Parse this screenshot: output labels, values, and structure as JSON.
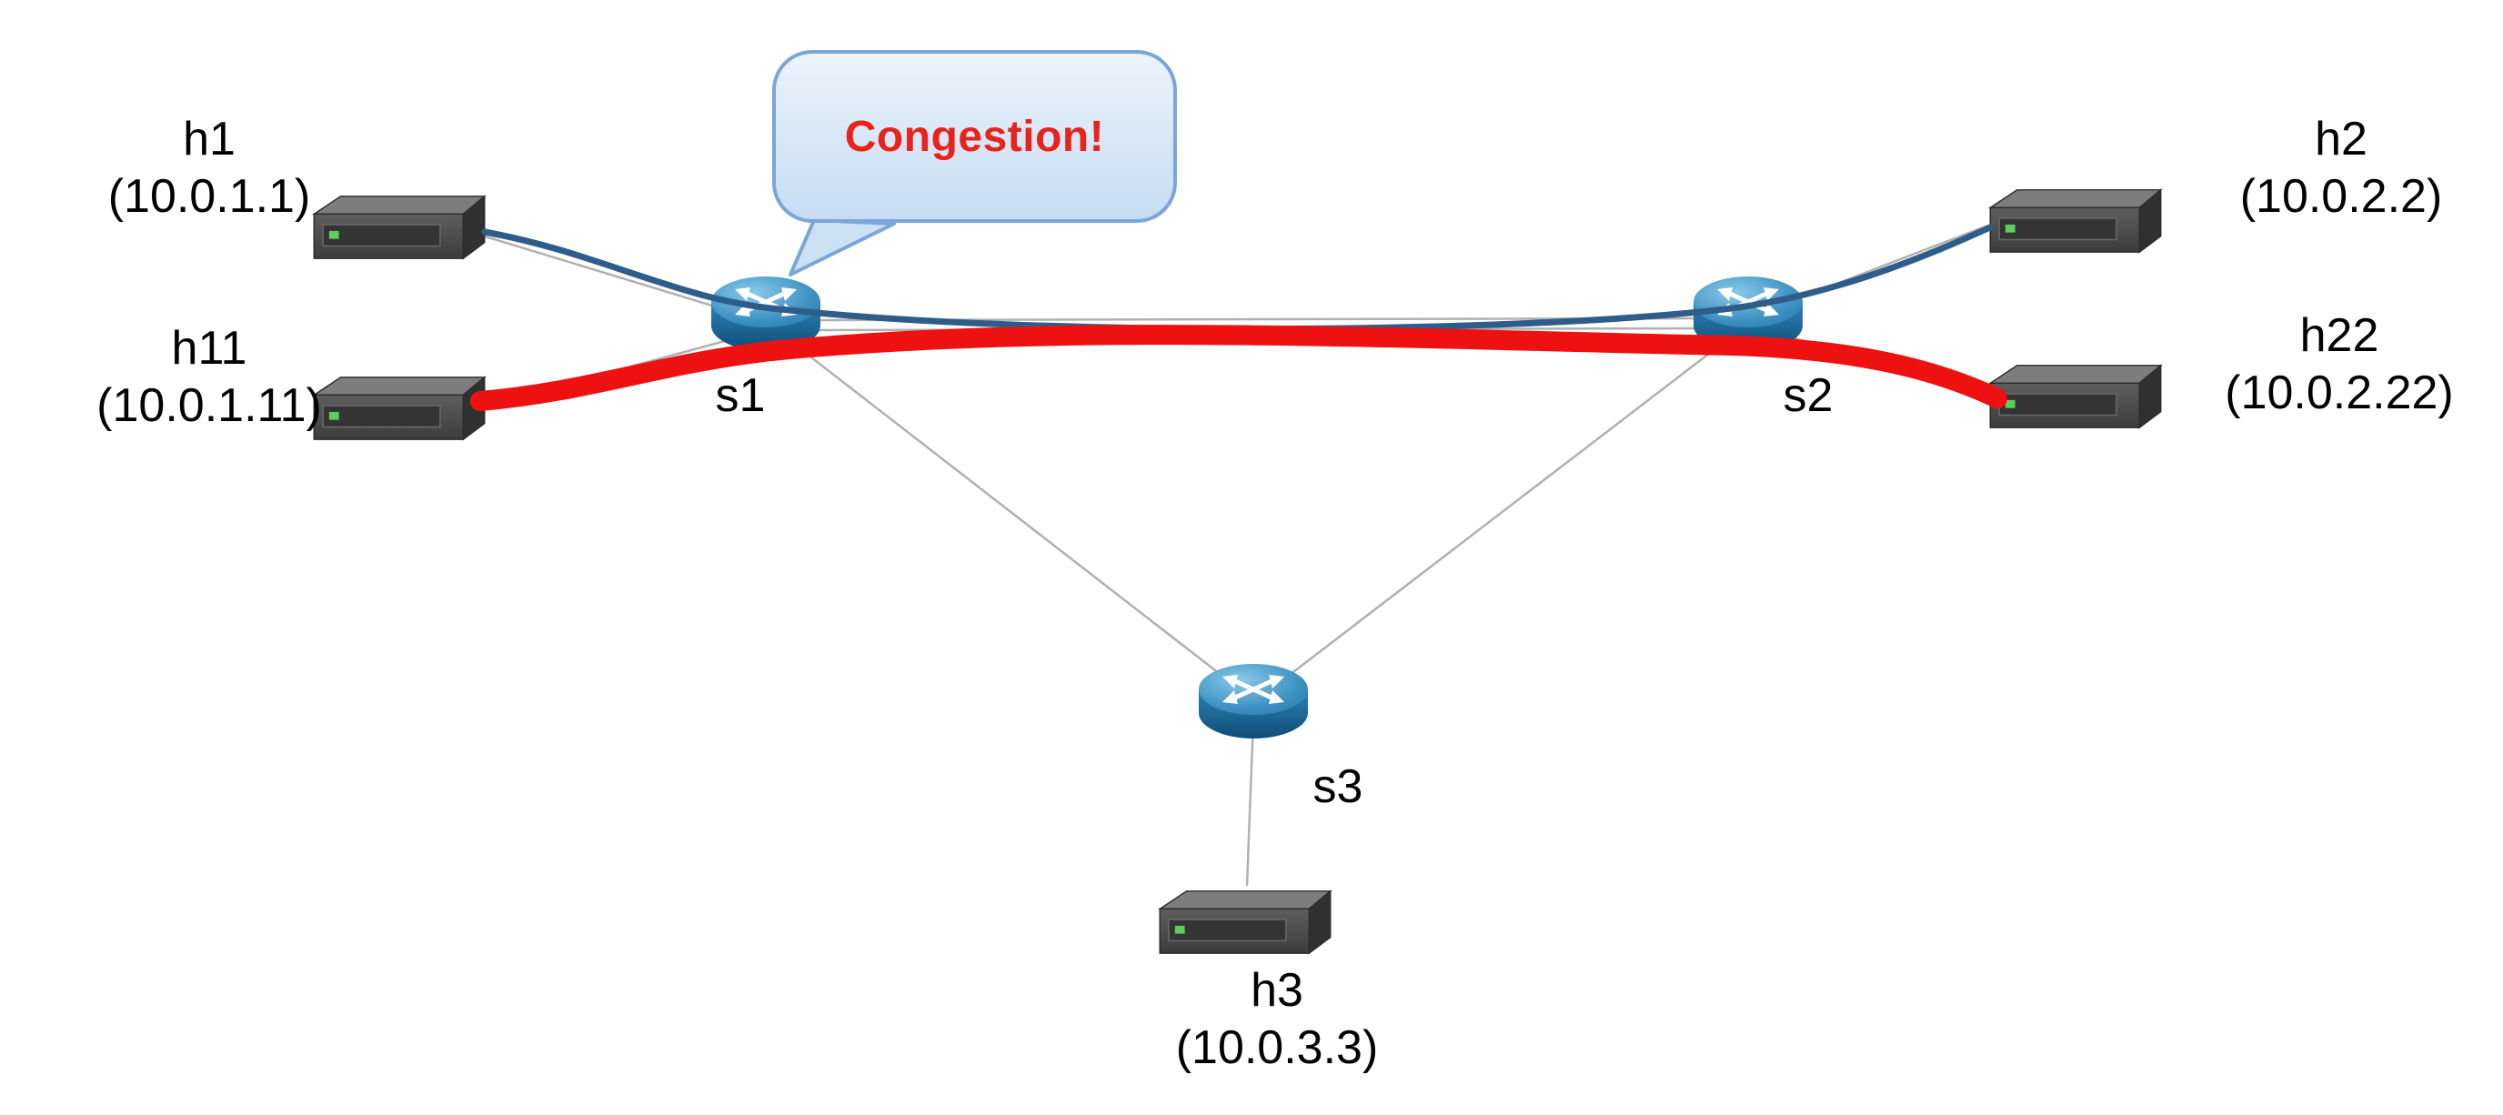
{
  "diagram": {
    "title": "network-topology-congestion",
    "callout": {
      "text": "Congestion!"
    },
    "nodes": {
      "h1": {
        "name": "h1",
        "ip": "(10.0.1.1)",
        "type": "host"
      },
      "h11": {
        "name": "h11",
        "ip": "(10.0.1.11)",
        "type": "host"
      },
      "h2": {
        "name": "h2",
        "ip": "(10.0.2.2)",
        "type": "host"
      },
      "h22": {
        "name": "h22",
        "ip": "(10.0.2.22)",
        "type": "host"
      },
      "h3": {
        "name": "h3",
        "ip": "(10.0.3.3)",
        "type": "host"
      },
      "s1": {
        "name": "s1",
        "type": "switch"
      },
      "s2": {
        "name": "s2",
        "type": "switch"
      },
      "s3": {
        "name": "s3",
        "type": "switch"
      }
    },
    "links": [
      {
        "from": "h1",
        "to": "s1"
      },
      {
        "from": "h11",
        "to": "s1"
      },
      {
        "from": "h2",
        "to": "s2"
      },
      {
        "from": "h22",
        "to": "s2"
      },
      {
        "from": "s1",
        "to": "s2"
      },
      {
        "from": "s1",
        "to": "s3"
      },
      {
        "from": "s2",
        "to": "s3"
      },
      {
        "from": "s3",
        "to": "h3"
      }
    ],
    "flows": [
      {
        "path": [
          "h1",
          "s1",
          "s2",
          "h2"
        ],
        "style": "normal",
        "color": "#2f5d8a"
      },
      {
        "path": [
          "h11",
          "s1",
          "s2",
          "h22"
        ],
        "style": "congested",
        "color": "#ee1111"
      }
    ],
    "colors": {
      "congested_flow": "#ee1111",
      "normal_flow": "#2f5d8a",
      "plain_link": "#b0b0b0",
      "callout_text": "#e8231a",
      "callout_fill": "#d9e8f8",
      "callout_border": "#7aa6d8"
    }
  }
}
